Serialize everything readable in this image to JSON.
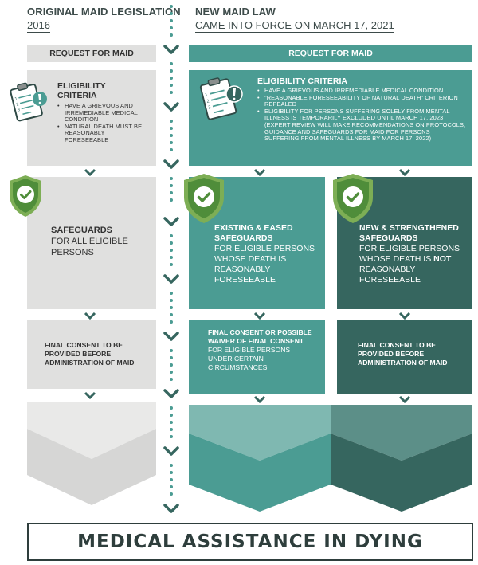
{
  "left_header": {
    "title": "ORIGINAL MAID LEGISLATION",
    "subtitle": "2016"
  },
  "right_header": {
    "title": "NEW MAID LAW",
    "subtitle": "CAME INTO FORCE ON MARCH 17, 2021"
  },
  "left": {
    "request": "REQUEST FOR MAID",
    "eligibility": {
      "title_line1": "ELIGIBILITY",
      "title_line2": "CRITERIA",
      "items": [
        "HAVE A GRIEVOUS AND IRREMEDIABLE MEDICAL CONDITION",
        "NATURAL DEATH MUST BE REASONABLY FORESEEABLE"
      ]
    },
    "safeguards": {
      "title": "SAFEGUARDS",
      "text": "FOR ALL ELIGIBLE PERSONS"
    },
    "consent": "FINAL CONSENT TO BE PROVIDED BEFORE ADMINISTRATION OF MAID"
  },
  "right": {
    "request": "REQUEST FOR MAID",
    "eligibility": {
      "title": "ELIGIBILITY CRITERIA",
      "items": [
        "HAVE A GRIEVOUS AND IRREMEDIABLE MEDICAL CONDITION",
        "\"REASONABLE FORESEEABILITY OF NATURAL DEATH\" CRITERION REPEALED",
        "ELIGIBILITY FOR PERSONS SUFFERING SOLELY FROM MENTAL ILLNESS IS TEMPORARILY EXCLUDED UNTIL MARCH 17, 2023 (EXPERT REVIEW WILL MAKE RECOMMENDATIONS ON PROTOCOLS, GUIDANCE AND SAFEGUARDS FOR MAID FOR PERSONS SUFFERING FROM MENTAL ILLNESS BY MARCH 17, 2022)"
      ]
    },
    "existing": {
      "title_line1": "EXISTING & EASED",
      "title_line2": "SAFEGUARDS",
      "text": "FOR ELIGIBLE PERSONS WHOSE DEATH IS REASONABLY FORESEEABLE"
    },
    "new": {
      "title_line1": "NEW & STRENGTHENED",
      "title_line2": "SAFEGUARDS",
      "text_before": "FOR ELIGIBLE PERSONS WHOSE DEATH IS",
      "text_bold": "NOT",
      "text_after": "REASONABLY FORESEEABLE"
    },
    "consent_left": {
      "bold": "FINAL CONSENT OR POSSIBLE WAIVER OF FINAL CONSENT",
      "text": "FOR ELIGIBLE PERSONS UNDER CERTAIN CIRCUMSTANCES"
    },
    "consent_right": "FINAL CONSENT TO BE PROVIDED BEFORE ADMINISTRATION OF MAID"
  },
  "footer": {
    "title": "MEDICAL ASSISTANCE IN DYING"
  },
  "colors": {
    "gray": "#e0e0df",
    "teal": "#4b9c93",
    "dark_teal": "#36665f",
    "shield_green": "#7dae55",
    "text": "#2b2b2b"
  },
  "icons": [
    "clipboard-icon",
    "shield-check-icon",
    "chevron-down-icon"
  ]
}
